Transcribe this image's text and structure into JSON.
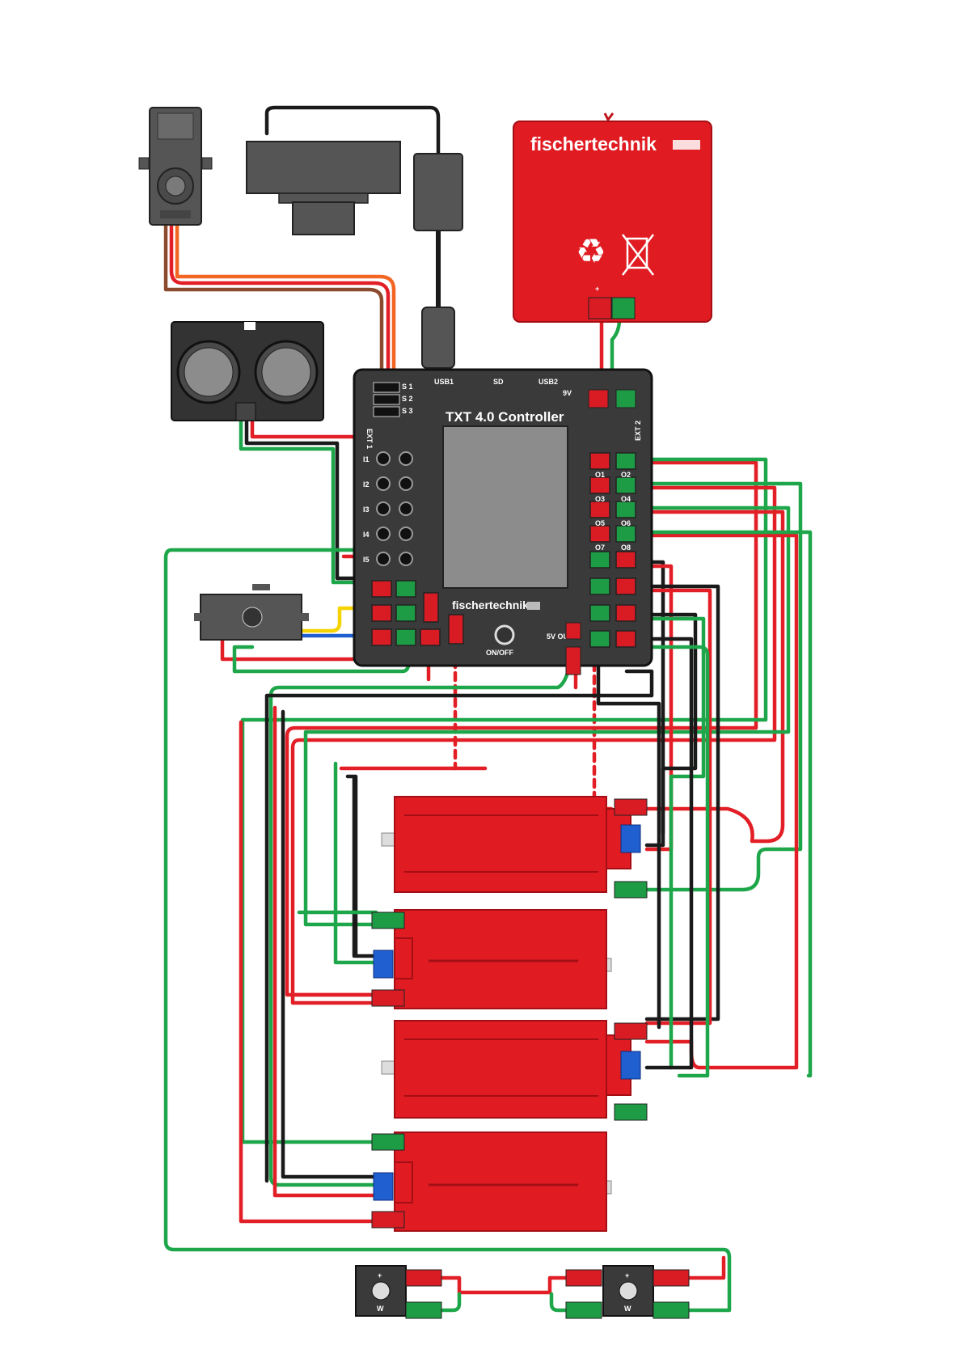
{
  "controller": {
    "title": "TXT 4.0 Controller",
    "brand": "fischertechnik",
    "power_button_label": "ON/OFF",
    "port_labels": {
      "usb1": "USB1",
      "sd": "SD",
      "usb2": "USB2",
      "ext1": "EXT 1",
      "ext2": "EXT 2",
      "s1": "S 1",
      "s2": "S 2",
      "s3": "S 3",
      "out_9v": "9V",
      "i1": "I1",
      "i2": "I2",
      "i3": "I3",
      "i4": "I4",
      "i5": "I5",
      "o1": "O1",
      "o2": "O2",
      "o3": "O3",
      "o4": "O4",
      "o5": "O5",
      "o6": "O6",
      "o7": "O7",
      "o8": "O8",
      "out_5v": "5V OUT"
    }
  },
  "battery": {
    "brand": "fischertechnik"
  },
  "switch_labels": {
    "plus": "+",
    "w": "W"
  },
  "colors": {
    "wire_red": "#e21f26",
    "wire_green": "#1ea64a",
    "wire_black": "#1a1a1a",
    "wire_yellow": "#f5d300",
    "wire_blue": "#1f5fd0",
    "wire_brown": "#8b4a2b",
    "wire_orange": "#f26522",
    "housing_red": "#e01b22",
    "controller_body": "#3a3a3a",
    "screen": "#8c8c8c",
    "plug_red": "#d91c24",
    "plug_green": "#1e9c45"
  },
  "icons": {
    "servo": "servo-icon",
    "camera": "camera-icon",
    "ultrasonic": "ultrasonic-sensor-icon",
    "trail_sensor": "trail-sensor-icon",
    "recycle": "recycle-icon",
    "no_trash": "crossed-bin-icon"
  }
}
